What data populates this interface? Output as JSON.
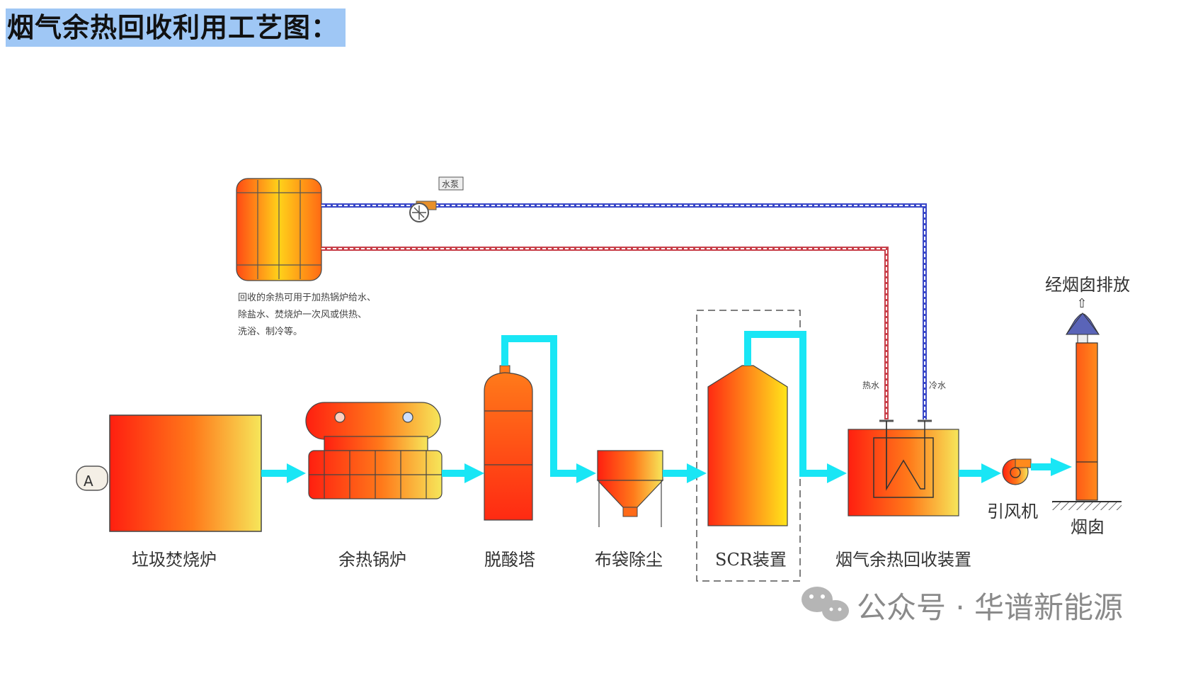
{
  "title": "烟气余热回收利用工艺图：",
  "note": "回收的余热可用于加热锅炉给水、除盐水、焚烧炉一次风或供热、洗浴、制冷等。",
  "labels": {
    "incinerator": "垃圾焚烧炉",
    "waste_heat_boiler": "余热锅炉",
    "deacid_tower": "脱酸塔",
    "bag_filter": "布袋除尘",
    "scr": "SCR装置",
    "heat_recovery": "烟气余热回收装置",
    "fan": "引风机",
    "chimney": "烟囱",
    "chimney_top": "经烟囱排放",
    "hot_water": "热水",
    "cold_water": "冷水",
    "pump_label": "水泵",
    "arrow_up": "⇧"
  },
  "watermark": {
    "text": "公众号 · 华谱新能源"
  },
  "colors": {
    "flow_arrow": "#19e6f5",
    "equip_red": "#ff2a12",
    "equip_orange": "#ff8c1a",
    "equip_yellow": "#ffe31a",
    "cold_pipe": "#3a48c8",
    "hot_pipe": "#c8404a",
    "title_bg": "#9fc7f5"
  }
}
